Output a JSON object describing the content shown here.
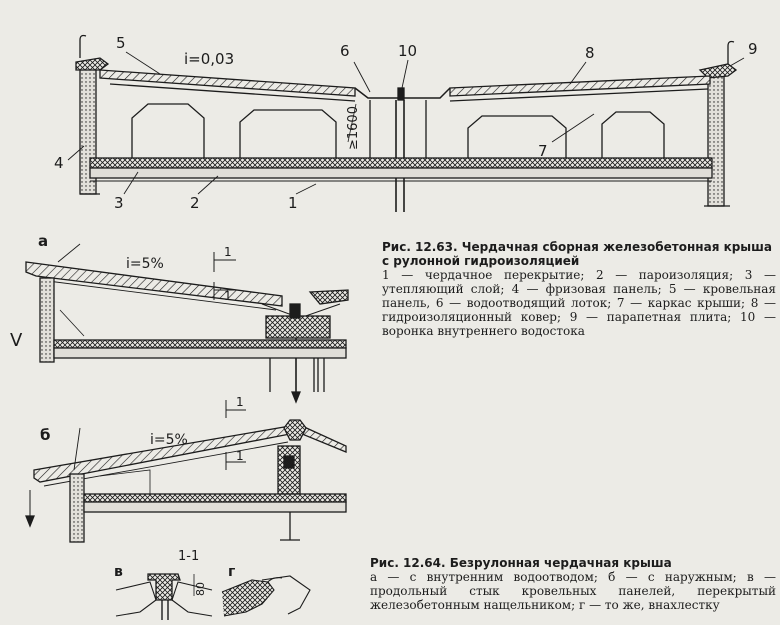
{
  "figure_12_63": {
    "slope_label": "i=0,03",
    "height_label": "≥1600",
    "callouts": [
      "1",
      "2",
      "3",
      "4",
      "5",
      "6",
      "7",
      "8",
      "9",
      "10"
    ],
    "caption_title": "Рис. 12.63. Чердачная сборная железобетонная крыша с рулонной гидроизоляцией",
    "caption_body": "1 — чердачное перекрытие; 2 — пароизоляция; 3 — утепляющий слой; 4 — фризовая панель; 5 — кровельная панель, 6 — водоотводящий лоток; 7 — каркас крыши; 8 — гидроизоляционный ковер; 9 — парапетная плита; 10 — воронка внутреннего водостока"
  },
  "figure_12_64": {
    "panel_a_letter": "а",
    "panel_b_letter": "б",
    "panel_v_letter": "в",
    "panel_g_letter": "г",
    "slope_a": "i=5%",
    "slope_b": "i=5%",
    "section_mark": "1",
    "section_title": "1-1",
    "dim_80": "80",
    "caption_title": "Рис. 12.64. Безрулонная чердачная крыша",
    "caption_body": "а — с внутренним водоотводом; б — с наружным; в — продольный стык кровельных панелей, перекрытый железобетонным нащельником; г — то же, внахлестку"
  },
  "margin_mark": "V",
  "colors": {
    "paper": "#ecebe6",
    "ink": "#1c1c1c"
  }
}
